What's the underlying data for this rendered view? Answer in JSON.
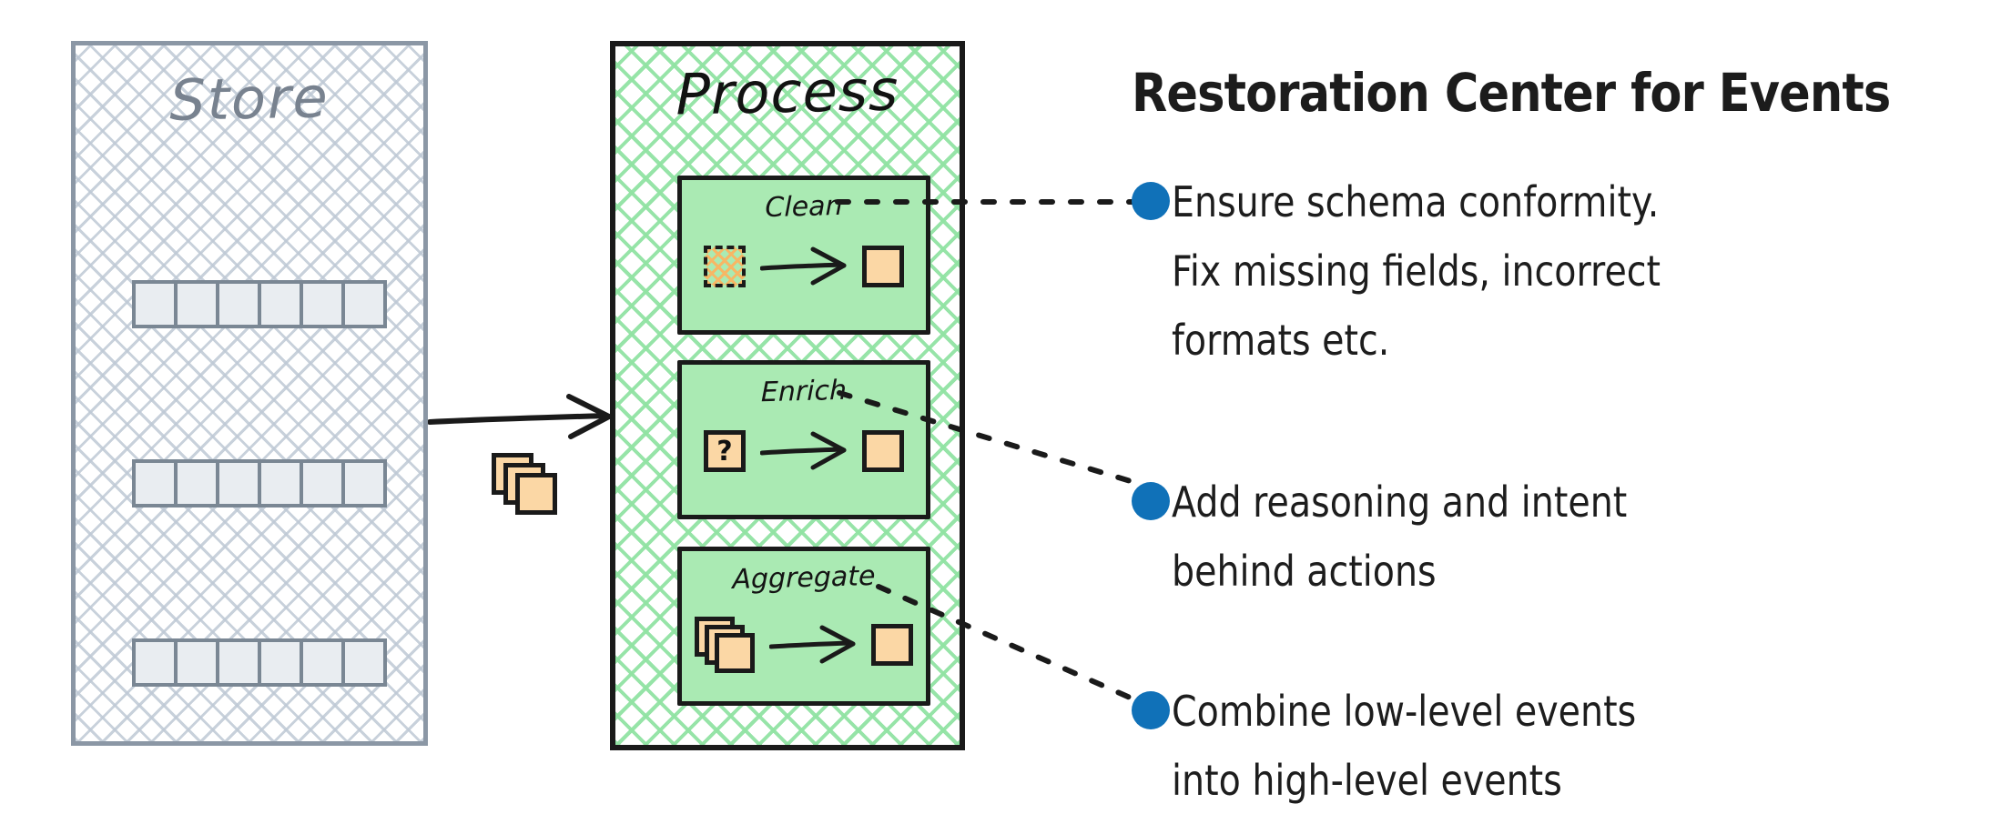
{
  "store": {
    "title": "Store",
    "rows": [
      {
        "cells": 6
      },
      {
        "cells": 6
      },
      {
        "cells": 6
      }
    ],
    "border_color": "#8b97a5",
    "cell_fill": "#e9edf1",
    "hatch_color": "#bec9d5"
  },
  "process": {
    "title": "Process",
    "border_color": "#1a1a1a",
    "hatch_color": "#91e3a3",
    "stage_fill": "#aaeab3",
    "stages": [
      {
        "label": "Clean",
        "input_icon": "hatched-square-icon",
        "input_text": "",
        "output_icon": "orange-square-icon"
      },
      {
        "label": "Enrich",
        "input_icon": "question-square-icon",
        "input_text": "?",
        "output_icon": "orange-square-icon"
      },
      {
        "label": "Aggregate",
        "input_icon": "stacked-squares-icon",
        "input_text": "",
        "output_icon": "orange-square-icon"
      }
    ]
  },
  "flow": {
    "arrow_icon": "right-arrow-icon",
    "events_icon": "stacked-events-icon"
  },
  "panel": {
    "title": "Restoration Center for Events",
    "bullet_color": "#1071b8",
    "bullets": [
      {
        "marker": "bullet-dot-icon",
        "text": "Ensure schema conformity.\nFix missing fields, incorrect\nformats etc."
      },
      {
        "marker": "bullet-dot-icon",
        "text": "Add reasoning and intent\nbehind actions"
      },
      {
        "marker": "bullet-dot-icon",
        "text": "Combine low-level events\ninto high-level events"
      }
    ]
  }
}
